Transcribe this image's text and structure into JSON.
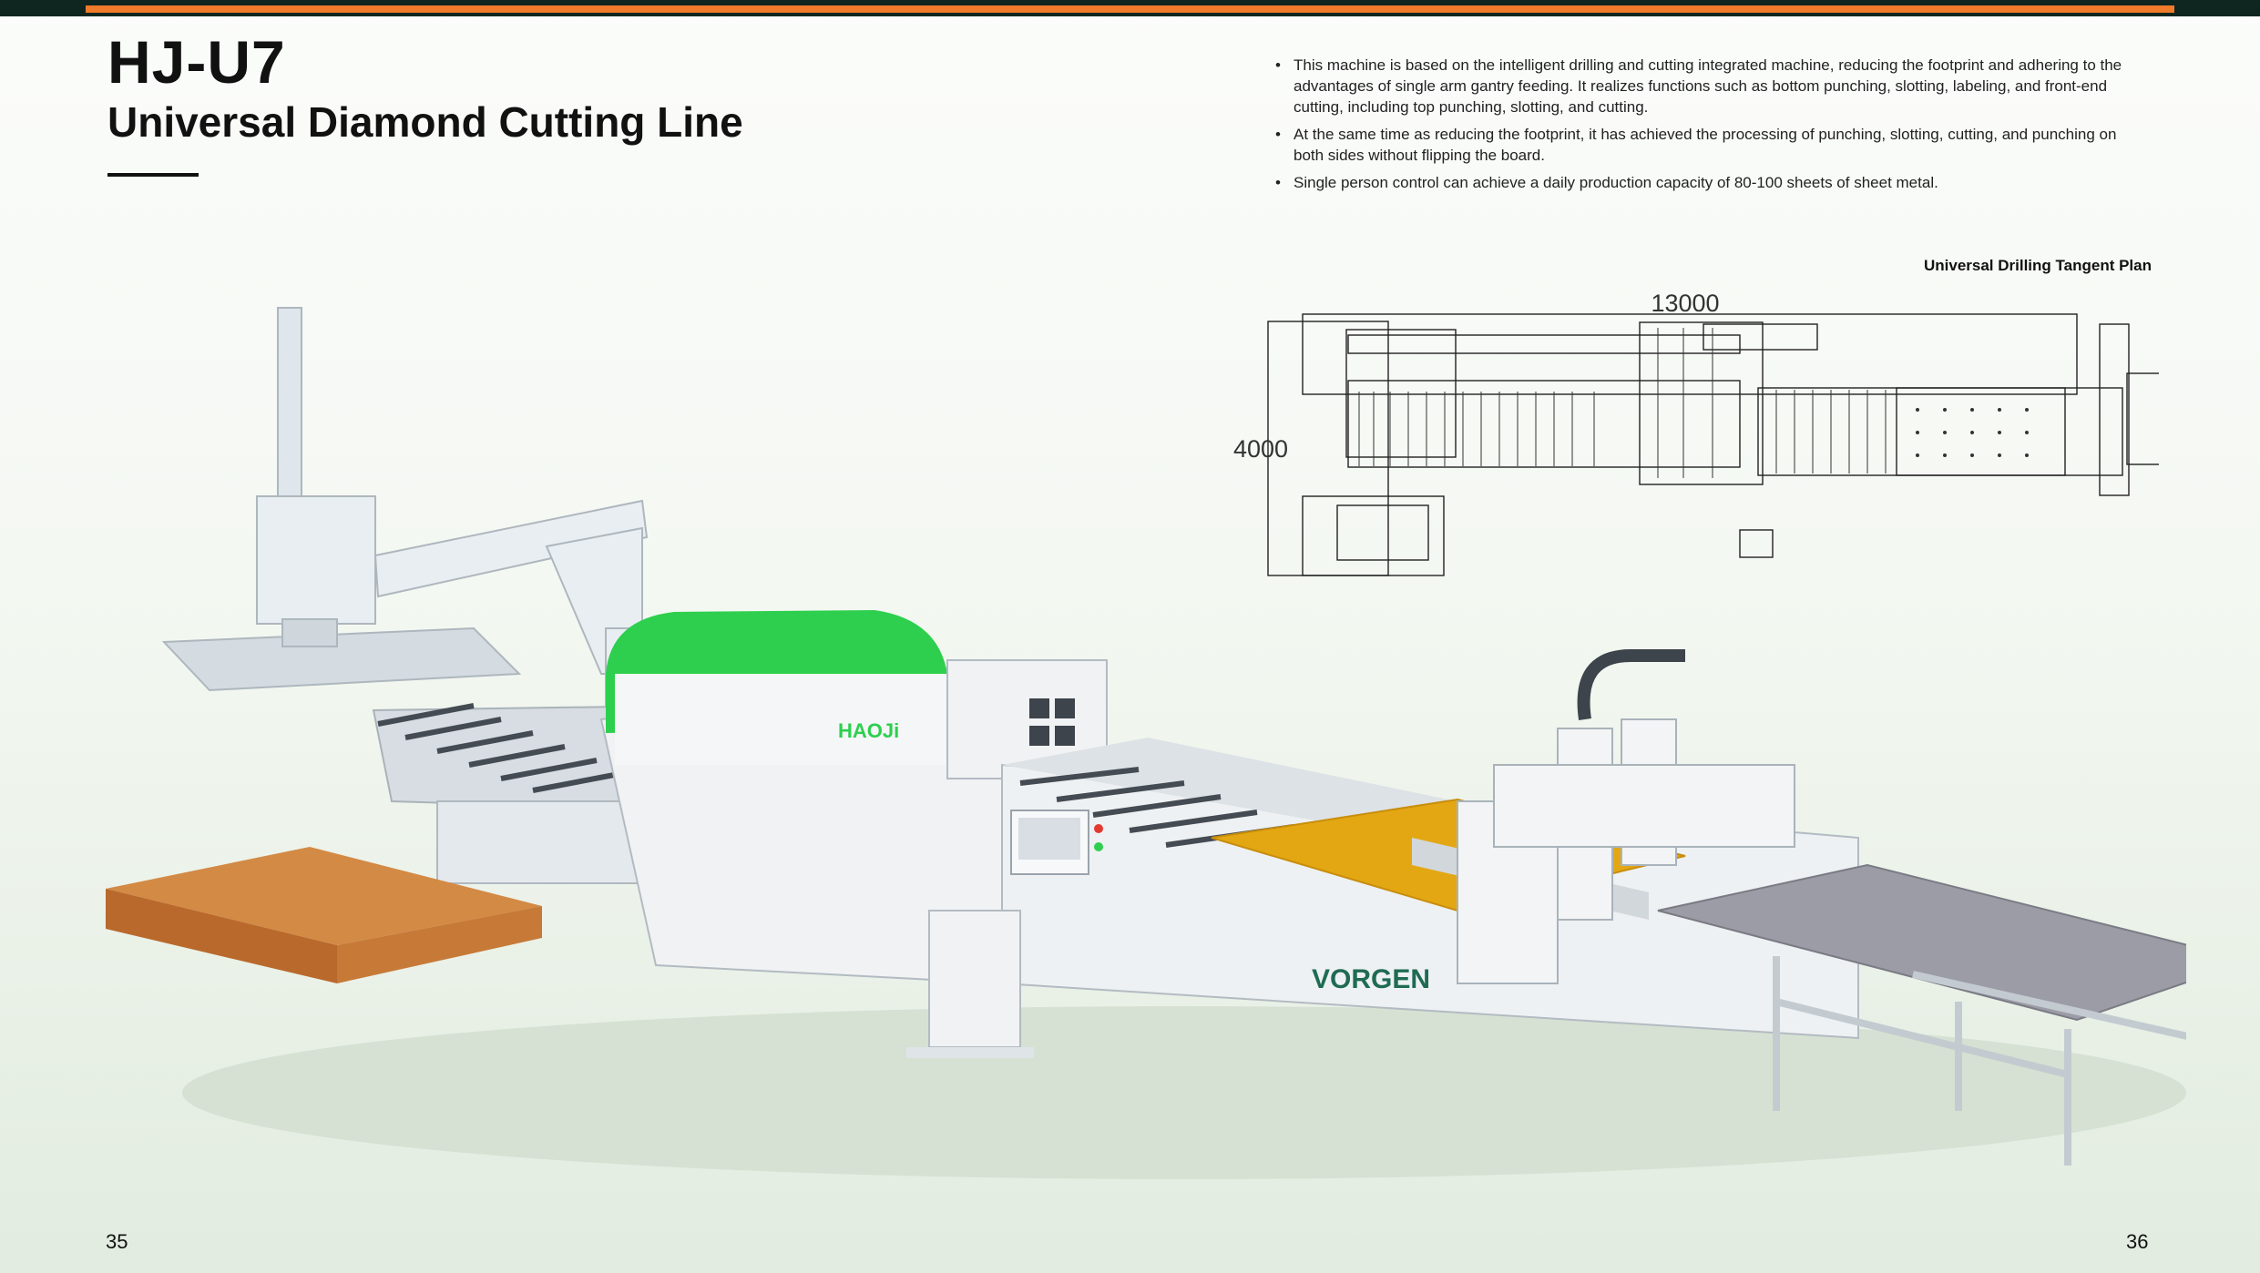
{
  "header": {
    "model": "HJ-U7",
    "subtitle": "Universal Diamond Cutting Line"
  },
  "colors": {
    "accent_orange": "#ef7a2b",
    "dark_band": "#0f2620",
    "brand_green": "#2ecf4e",
    "table_yellow": "#e3a713"
  },
  "features": [
    "This machine is based on the intelligent drilling and cutting integrated machine, reducing the footprint and adhering to the advantages of single arm gantry feeding. It realizes functions such as bottom punching, slotting, labeling, and front-end cutting, including top punching, slotting, and cutting.",
    "At the same time as reducing the footprint, it has achieved the processing of punching, slotting, cutting, and punching on both sides without flipping the board.",
    "Single person control can achieve a daily production capacity of 80-100 sheets of sheet metal."
  ],
  "bullet_glyph": "•",
  "plan": {
    "title": "Universal Drilling Tangent Plan",
    "length_label": "13000",
    "width_label": "4000"
  },
  "machine": {
    "logo_text": "HAOJi",
    "brand_text": "VORGEN"
  },
  "pages": {
    "left": "35",
    "right": "36"
  }
}
